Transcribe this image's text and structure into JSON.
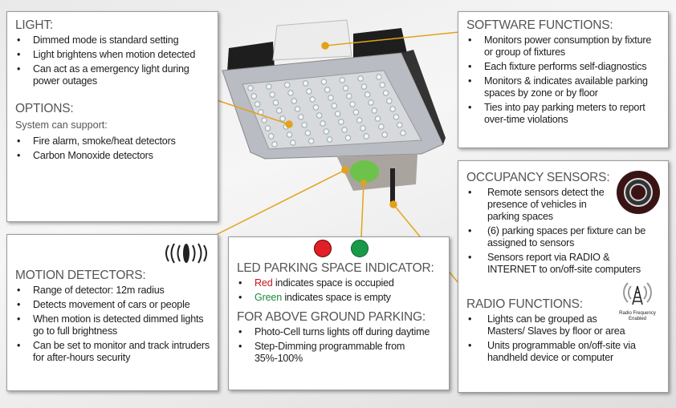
{
  "light": {
    "title": "LIGHT:",
    "items": [
      "Dimmed mode is standard setting",
      "Light brightens when motion detected",
      "Can act as a emergency light during power outages"
    ]
  },
  "options": {
    "title": "OPTIONS:",
    "subtitle": "System can support:",
    "items": [
      "Fire alarm, smoke/heat detectors",
      "Carbon Monoxide detectors"
    ]
  },
  "software": {
    "title": "SOFTWARE FUNCTIONS:",
    "items": [
      "Monitors power consumption by fixture or group of fixtures",
      "Each fixture performs self-diagnostics",
      "Monitors & indicates available parking spaces by zone or by floor",
      "Ties into pay parking meters to report over-time violations"
    ]
  },
  "occupancy": {
    "title": "OCCUPANCY SENSORS:",
    "items": [
      "Remote sensors detect the presence of vehicles in parking spaces",
      "(6) parking spaces per fixture can be assigned to sensors",
      "Sensors report via RADIO & INTERNET to on/off-site computers"
    ]
  },
  "radio": {
    "title": "RADIO FUNCTIONS:",
    "icon_label": "Radio Frequency Enabled",
    "items": [
      "Lights can be grouped as Masters/ Slaves by floor or area",
      "Units programmable on/off-site via handheld device or computer"
    ]
  },
  "motion": {
    "title": "MOTION DETECTORS:",
    "items": [
      "Range of detector: 12m radius",
      "Detects movement of cars or people",
      "When motion is detected dimmed lights go to full brightness",
      "Can be set to monitor and track intruders for after-hours security"
    ]
  },
  "led": {
    "title": "LED PARKING SPACE INDICATOR:",
    "red_word": "Red",
    "red_rest": " indicates space is occupied",
    "green_word": "Green",
    "green_rest": " indicates space is empty",
    "red_color": "#e01f26",
    "green_color": "#1a9a48"
  },
  "above": {
    "title": "FOR ABOVE GROUND PARKING:",
    "items": [
      "Photo-Cell turns lights off during daytime",
      "Step-Dimming programmable from 35%-100%"
    ]
  }
}
